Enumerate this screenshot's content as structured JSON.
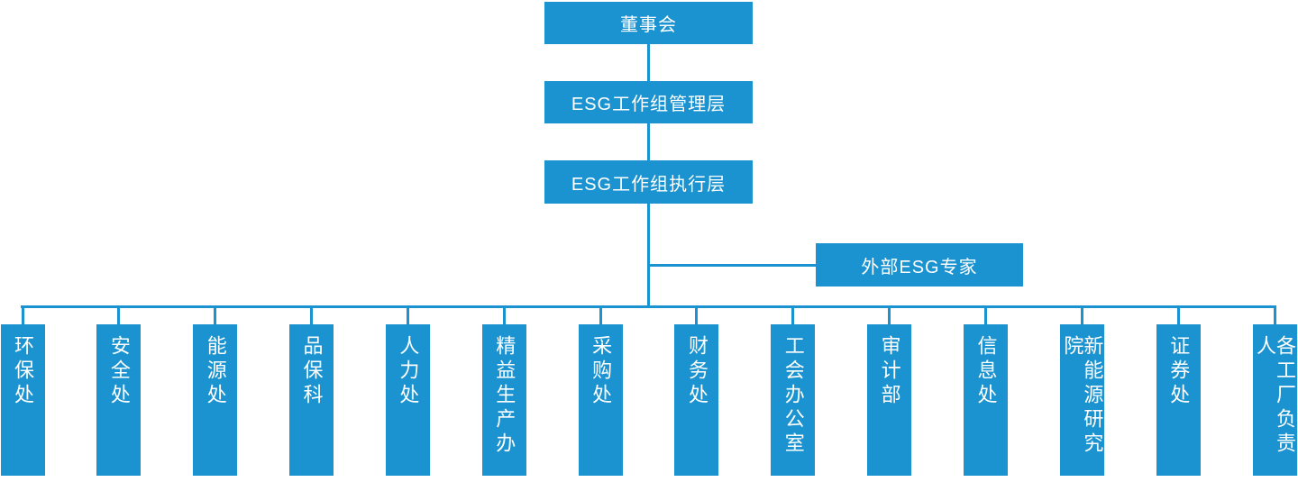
{
  "org": {
    "board": "董事会",
    "management": "ESG工作组管理层",
    "execution": "ESG工作组执行层",
    "external_expert": "外部ESG专家",
    "departments": [
      "环保处",
      "安全处",
      "能源处",
      "品保科",
      "人力处",
      "精益生产办",
      "采购处",
      "财务处",
      "工会办公室",
      "审计部",
      "信息处",
      "新能源研究院",
      "证券处",
      "各工厂负责人"
    ]
  },
  "colors": {
    "primary_blue": "#1a93d0",
    "text_white": "#ffffff",
    "background": "#ffffff"
  },
  "layout_meta": {
    "department_count": "14"
  }
}
